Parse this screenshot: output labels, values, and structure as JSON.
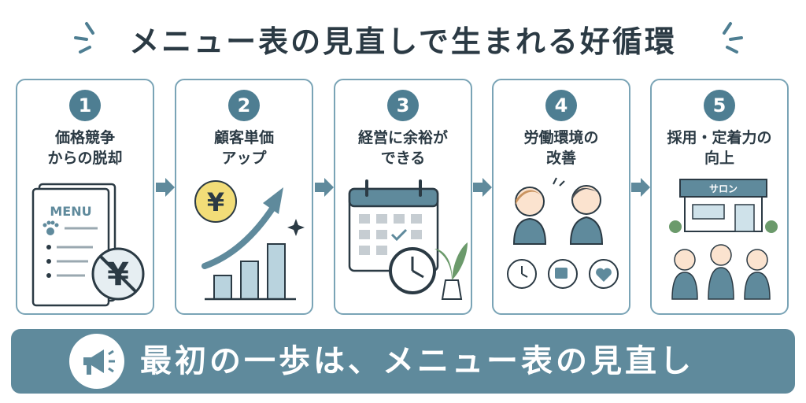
{
  "title": "メニュー表の見直しで生まれる好循環",
  "steps": [
    {
      "number": "1",
      "label": "価格競争\nからの脱却",
      "menu_text": "MENU",
      "icon": "yen-crossed-menu-icon"
    },
    {
      "number": "2",
      "label": "顧客単価\nアップ",
      "coin_text": "¥",
      "icon": "rising-chart-icon"
    },
    {
      "number": "3",
      "label": "経営に余裕が\nできる",
      "icon": "calendar-clock-icon"
    },
    {
      "number": "4",
      "label": "労働環境の\n改善",
      "icon": "staff-talking-icon"
    },
    {
      "number": "5",
      "label": "採用・定着力の\n向上",
      "sign_text": "サロン",
      "icon": "salon-staff-icon"
    }
  ],
  "banner": {
    "text": "最初の一歩は、メニュー表の見直し",
    "icon": "megaphone-icon"
  },
  "colors": {
    "accent": "#5f8a9c",
    "dark": "#2b3a44",
    "border": "#7aa4b6",
    "coin": "#f2dd78"
  }
}
